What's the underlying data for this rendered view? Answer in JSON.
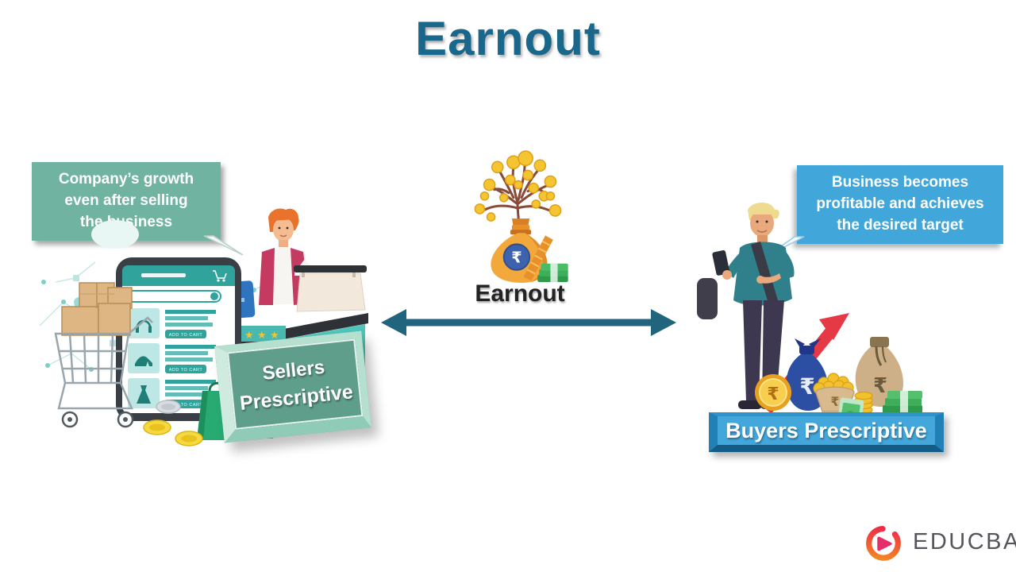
{
  "page": {
    "title": "Earnout",
    "background_color": "#FFFFFF",
    "title_color": "#19678A"
  },
  "center": {
    "illustration": "money-bag-tree-icon",
    "label": "Earnout",
    "label_color": "#232323",
    "arrow": {
      "type": "double-headed",
      "color": "#20647E"
    }
  },
  "left_section": {
    "callout": {
      "line1": "Company’s growth",
      "line2": "even after selling",
      "line3": "the business",
      "background_color": "#6FB3A0",
      "text_color": "#FFFFFF"
    },
    "illustration": "seller-at-checkout-counter",
    "sign": {
      "line1": "Sellers",
      "line2": "Prescriptive",
      "panel_color": "#5F9E8B",
      "frame_color": "#B5DFCF",
      "text_color": "#FFFFFF"
    }
  },
  "right_section": {
    "callout": {
      "line1": "Business becomes",
      "line2": "profitable and achieves",
      "line3": "the desired target",
      "background_color": "#41A7DB",
      "text_color": "#FFFFFF"
    },
    "illustration": "buyer-with-phone-and-money",
    "banner": {
      "label": "Buyers Prescriptive",
      "front_color": "#43A7DB",
      "edge_color": "#2280B6",
      "text_color": "#FFFFFF"
    }
  },
  "footer": {
    "brand": "EDUCBA",
    "brand_text_color": "#55565B",
    "logo": {
      "name": "educba-swoosh-logo",
      "gradient_start": "#F6921E",
      "gradient_end": "#EC1C4F",
      "play_color": "#E62E6B"
    }
  }
}
